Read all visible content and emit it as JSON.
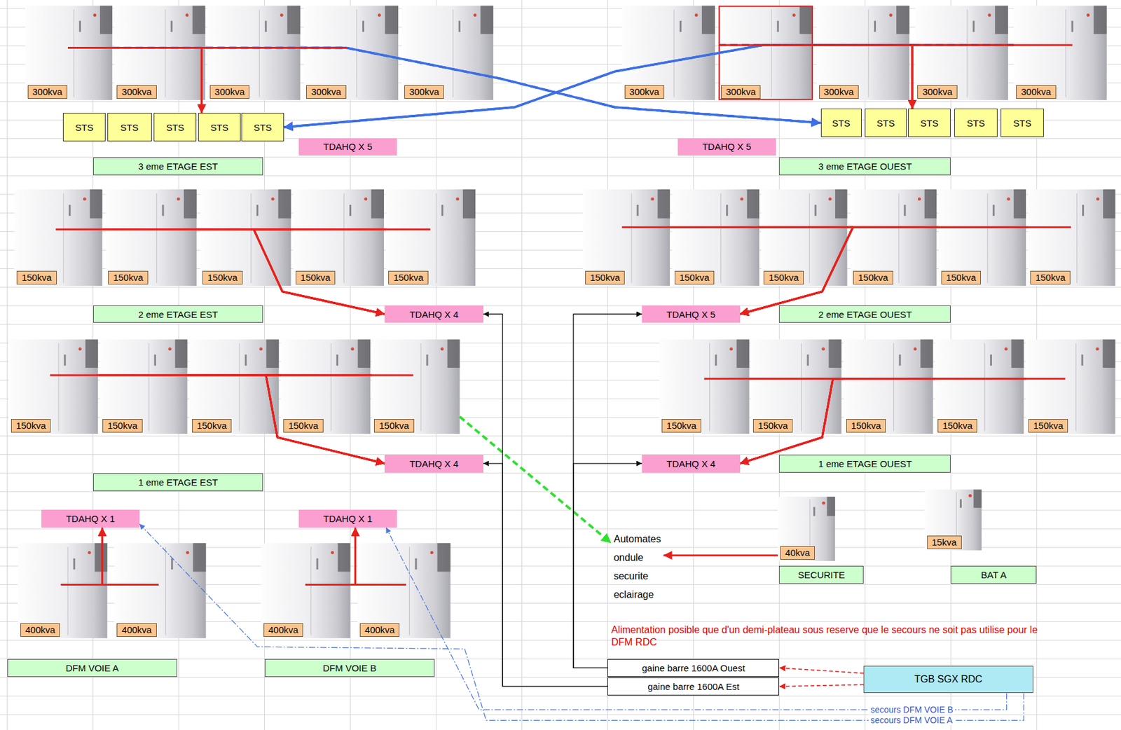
{
  "diagram": {
    "nodes": [
      {
        "text": [
          "300kva"
        ]
      },
      {
        "text": [
          "300kva"
        ]
      },
      {
        "text": [
          "300kva"
        ]
      },
      {
        "text": [
          "300kva"
        ]
      },
      {
        "text": [
          "300kva"
        ]
      },
      {
        "text": [
          "300kva"
        ]
      },
      {
        "text": [
          "300kva"
        ]
      },
      {
        "text": [
          "300kva"
        ]
      },
      {
        "text": [
          "300kva"
        ]
      },
      {
        "text": [
          "300kva"
        ]
      },
      {
        "text": [
          "STS"
        ]
      },
      {
        "text": [
          "STS"
        ]
      },
      {
        "text": [
          "STS"
        ]
      },
      {
        "text": [
          "STS"
        ]
      },
      {
        "text": [
          "STS"
        ]
      },
      {
        "text": [
          "TDAHQ X 5"
        ]
      },
      {
        "text": [
          "TDAHQ X 5"
        ]
      },
      {
        "text": [
          "STS"
        ]
      },
      {
        "text": [
          "STS"
        ]
      },
      {
        "text": [
          "STS"
        ]
      },
      {
        "text": [
          "STS"
        ]
      },
      {
        "text": [
          "STS"
        ]
      },
      {
        "text": [
          "3 eme ETAGE EST"
        ]
      },
      {
        "text": [
          "3 eme ETAGE OUEST"
        ]
      },
      {
        "text": [
          "150kva"
        ]
      },
      {
        "text": [
          "150kva"
        ]
      },
      {
        "text": [
          "150kva"
        ]
      },
      {
        "text": [
          "150kva"
        ]
      },
      {
        "text": [
          "150kva"
        ]
      },
      {
        "text": [
          "150kva"
        ]
      },
      {
        "text": [
          "150kva"
        ]
      },
      {
        "text": [
          "150kva"
        ]
      },
      {
        "text": [
          "150kva"
        ]
      },
      {
        "text": [
          "150kva"
        ]
      },
      {
        "text": [
          "150kva"
        ]
      },
      {
        "text": [
          "TDAHQ X 4"
        ]
      },
      {
        "text": [
          "TDAHQ X 5"
        ]
      },
      {
        "text": [
          "2 eme ETAGE EST"
        ]
      },
      {
        "text": [
          "2 eme ETAGE OUEST"
        ]
      },
      {
        "text": [
          "150kva"
        ]
      },
      {
        "text": [
          "150kva"
        ]
      },
      {
        "text": [
          "150kva"
        ]
      },
      {
        "text": [
          "150kva"
        ]
      },
      {
        "text": [
          "150kva"
        ]
      },
      {
        "text": [
          "150kva"
        ]
      },
      {
        "text": [
          "150kva"
        ]
      },
      {
        "text": [
          "150kva"
        ]
      },
      {
        "text": [
          "150kva"
        ]
      },
      {
        "text": [
          "150kva"
        ]
      },
      {
        "text": [
          "TDAHQ X 4"
        ]
      },
      {
        "text": [
          "TDAHQ X 4"
        ]
      },
      {
        "text": [
          "1 eme ETAGE EST"
        ]
      },
      {
        "text": [
          "1 eme ETAGE OUEST"
        ]
      },
      {
        "text": [
          "TDAHQ X 1"
        ]
      },
      {
        "text": [
          "TDAHQ X 1"
        ]
      },
      {
        "text": [
          "Automates ondule securite eclairage"
        ]
      },
      {
        "text": [
          "40kva"
        ]
      },
      {
        "text": [
          "15kva"
        ]
      },
      {
        "text": [
          "SECURITE"
        ]
      },
      {
        "text": [
          "BAT A"
        ]
      },
      {
        "text": [
          "400kva"
        ]
      },
      {
        "text": [
          "400kva"
        ]
      },
      {
        "text": [
          "400kva"
        ]
      },
      {
        "text": [
          "400kva"
        ]
      },
      {
        "text": [
          "DFM VOIE A"
        ]
      },
      {
        "text": [
          "DFM VOIE B"
        ]
      },
      {
        "text": [
          "gaine barre 1600A Ouest"
        ]
      },
      {
        "text": [
          "TGB SGX RDC"
        ]
      },
      {
        "text": [
          "gaine barre 1600A Est"
        ]
      }
    ],
    "edges": [
      {
        "from": 0,
        "to": 13,
        "arrow": "to"
      },
      {
        "from": 1,
        "to": 13,
        "arrow": "to"
      },
      {
        "from": 2,
        "to": 13,
        "arrow": "to"
      },
      {
        "from": 3,
        "to": 13,
        "arrow": "to"
      },
      {
        "from": 0,
        "to": 17,
        "arrow": "to"
      },
      {
        "from": 1,
        "to": 17,
        "arrow": "to"
      },
      {
        "from": 2,
        "to": 17,
        "arrow": "to"
      },
      {
        "from": 3,
        "to": 17,
        "arrow": "to"
      },
      {
        "from": 6,
        "to": 19,
        "arrow": "to"
      },
      {
        "from": 7,
        "to": 19,
        "arrow": "to"
      },
      {
        "from": 8,
        "to": 19,
        "arrow": "to"
      },
      {
        "from": 9,
        "to": 19,
        "arrow": "to"
      },
      {
        "from": 6,
        "to": 14,
        "arrow": "to"
      },
      {
        "from": 7,
        "to": 14,
        "arrow": "to"
      },
      {
        "from": 8,
        "to": 14,
        "arrow": "to"
      },
      {
        "from": 9,
        "to": 14,
        "arrow": "to"
      },
      {
        "from": 24,
        "to": 35,
        "arrow": "to"
      },
      {
        "from": 25,
        "to": 35,
        "arrow": "to"
      },
      {
        "from": 26,
        "to": 35,
        "arrow": "to"
      },
      {
        "from": 27,
        "to": 35,
        "arrow": "to"
      },
      {
        "from": 28,
        "to": 35,
        "arrow": "to"
      },
      {
        "from": 29,
        "to": 36,
        "arrow": "to"
      },
      {
        "from": 30,
        "to": 36,
        "arrow": "to"
      },
      {
        "from": 31,
        "to": 36,
        "arrow": "to"
      },
      {
        "from": 32,
        "to": 36,
        "arrow": "to"
      },
      {
        "from": 33,
        "to": 36,
        "arrow": "to"
      },
      {
        "from": 34,
        "to": 36,
        "arrow": "to"
      },
      {
        "from": 39,
        "to": 49,
        "arrow": "to"
      },
      {
        "from": 40,
        "to": 49,
        "arrow": "to"
      },
      {
        "from": 41,
        "to": 49,
        "arrow": "to"
      },
      {
        "from": 42,
        "to": 49,
        "arrow": "to"
      },
      {
        "from": 43,
        "to": 49,
        "arrow": "to"
      },
      {
        "from": 43,
        "to": 55,
        "arrow": "to"
      },
      {
        "from": 44,
        "to": 50,
        "arrow": "to"
      },
      {
        "from": 45,
        "to": 50,
        "arrow": "to"
      },
      {
        "from": 46,
        "to": 50,
        "arrow": "to"
      },
      {
        "from": 47,
        "to": 50,
        "arrow": "to"
      },
      {
        "from": 48,
        "to": 50,
        "arrow": "to"
      },
      {
        "from": 60,
        "to": 53,
        "arrow": "to"
      },
      {
        "from": 61,
        "to": 53,
        "arrow": "to"
      },
      {
        "from": 62,
        "to": 54,
        "arrow": "to"
      },
      {
        "from": 63,
        "to": 54,
        "arrow": "to"
      },
      {
        "from": 56,
        "to": 55,
        "arrow": "to"
      },
      {
        "from": 67,
        "to": 66,
        "arrow": "to"
      },
      {
        "from": 67,
        "to": 68,
        "arrow": "to"
      },
      {
        "from": 66,
        "to": 36,
        "arrow": "to"
      },
      {
        "from": 66,
        "to": 50,
        "arrow": "to"
      },
      {
        "from": 68,
        "to": 35,
        "arrow": "to"
      },
      {
        "from": 68,
        "to": 49,
        "arrow": "to"
      },
      {
        "from": 67,
        "to": 53,
        "arrow": "to",
        "label": "secours DFM VOIE A"
      },
      {
        "from": 67,
        "to": 54,
        "arrow": "to",
        "label": "secours DFM VOIE B"
      }
    ],
    "labels": [
      "Alimentation posible que d'un demi-plateau sous reserve que le secours ne soit pas utilise pour le DFM RDC"
    ]
  }
}
